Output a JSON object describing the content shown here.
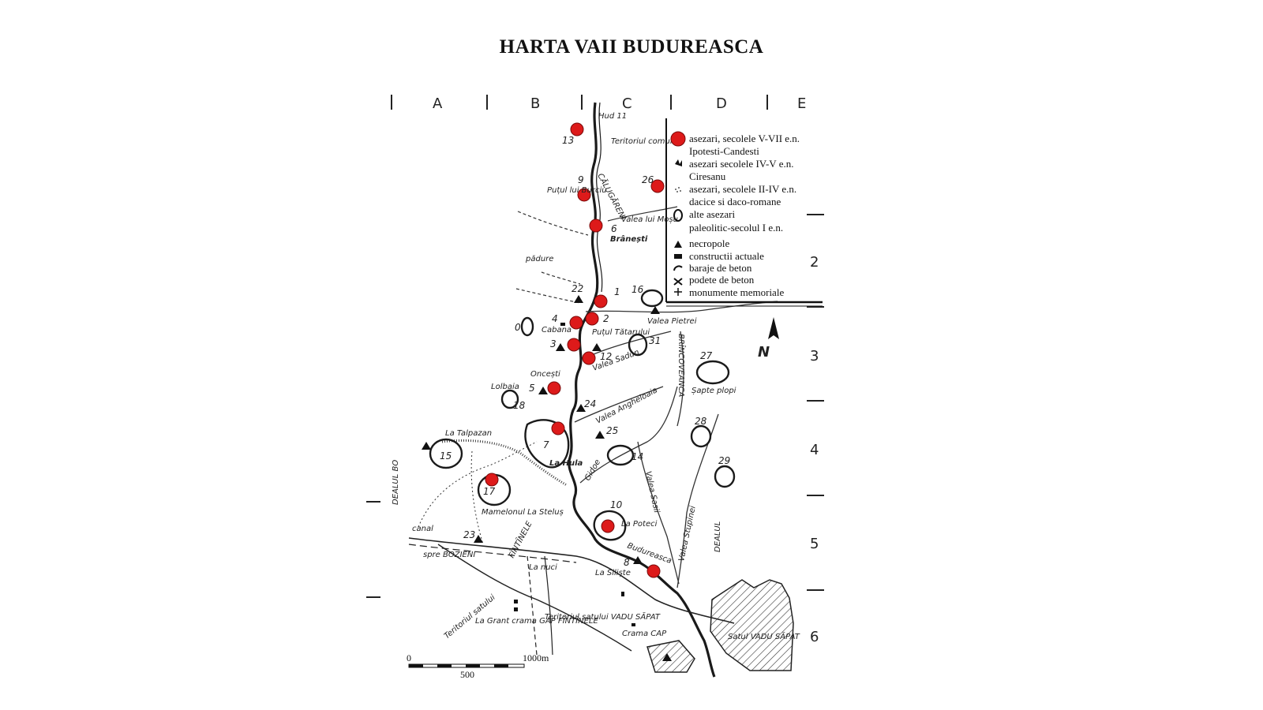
{
  "title": "HARTA VAII BUDUREASCA",
  "grid": {
    "columns": [
      "A",
      "B",
      "C",
      "D",
      "E"
    ],
    "rows": [
      "2",
      "3",
      "4",
      "5",
      "6"
    ]
  },
  "legend": {
    "items": [
      {
        "symbol": "red-dot",
        "text": "asezari, secolele V-VII e.n."
      },
      {
        "symbol": "none",
        "text": "Ipotesti-Candesti"
      },
      {
        "symbol": "flame",
        "text": "asezari secolele IV-V e.n."
      },
      {
        "symbol": "none",
        "text": "Ciresanu"
      },
      {
        "symbol": "dots",
        "text": "asezari, secolele II-IV e.n."
      },
      {
        "symbol": "none",
        "text": "dacice si daco-romane"
      },
      {
        "symbol": "oval",
        "text": "alte asezari"
      },
      {
        "symbol": "none",
        "text": "paleolitic-secolul I e.n."
      },
      {
        "symbol": "triangle",
        "text": "necropole"
      },
      {
        "symbol": "rect",
        "text": "constructii actuale"
      },
      {
        "symbol": "arc",
        "text": "baraje de beton"
      },
      {
        "symbol": "cross",
        "text": "podete de beton"
      },
      {
        "symbol": "plus",
        "text": "monumente memoriale"
      }
    ]
  },
  "places": [
    "Hud 11",
    "Teritoriul comunei",
    "CĂLUGĂRENI",
    "Puțul lui Burciu",
    "Valea lui Moșu",
    "Brânești",
    "pădure",
    "Cabana",
    "Puțul Tătarului",
    "Valea Pietrei",
    "Valea Sadun",
    "Oncești",
    "Lolbaia",
    "Valea Angheloaia",
    "Șapte plopi",
    "BRÎNCOVEANCA",
    "DEALUL BO",
    "La Talpazan",
    "La Hula",
    "Gidoe",
    "Valea Sasii",
    "Mamelonul La Steluș",
    "FÎNTÎNELE",
    "La Poteci",
    "canal",
    "spre BOZIENI",
    "La nuci",
    "La Siliște",
    "Budureasca",
    "Valea Stupinei",
    "DEALUL",
    "Teritoriul satului",
    "La Grant crama GAP FÎNTÎNELE",
    "Teritoriul satului VADU SĂPAT",
    "Crama CAP",
    "Satul VADU SĂPAT"
  ],
  "site_numbers": [
    "13",
    "9",
    "26",
    "6",
    "22",
    "1",
    "16",
    "4",
    "0",
    "2",
    "3",
    "12",
    "31",
    "27",
    "5",
    "18",
    "24",
    "25",
    "28",
    "14",
    "15",
    "7",
    "29",
    "17",
    "10",
    "23",
    "8"
  ],
  "scale": {
    "zero": "0",
    "mid": "500",
    "end": "1000m"
  },
  "north": "N",
  "colors": {
    "site_dot": "#dd1a1a",
    "ink": "#111111"
  }
}
